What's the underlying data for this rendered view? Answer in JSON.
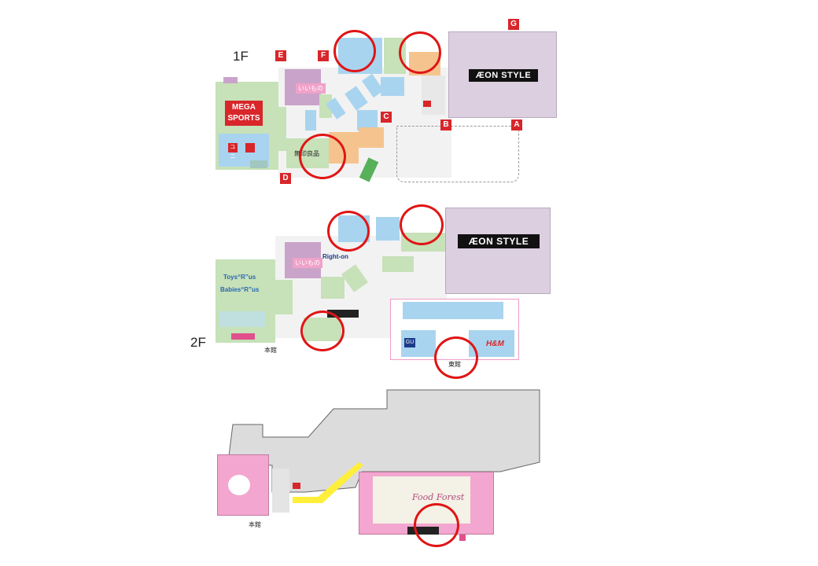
{
  "floors": {
    "f1": {
      "label": "1F",
      "entrances": [
        "A",
        "B",
        "C",
        "D",
        "E",
        "F",
        "G"
      ],
      "stores": {
        "aeon": "ÆON STYLE",
        "mega_sports_line1": "MEGA",
        "mega_sports_line2": "SPORTS",
        "uniqlo": "ユニ",
        "muji": "無印良品"
      }
    },
    "f2": {
      "label": "2F",
      "stores": {
        "aeon": "ÆON STYLE",
        "toysrus": "Toys“R”us",
        "babiesrus": "Babies“R”us",
        "right_on": "Right-on",
        "gu": "GU",
        "hm": "H&M",
        "honkan": "本館",
        "higashikan": "東館"
      }
    },
    "f3": {
      "stores": {
        "honkan": "本館",
        "food_court": "Food Forest"
      }
    }
  },
  "colors": {
    "highlight_circle": "#e01515",
    "entrance_marker": "#d8262b",
    "aeon_block": "#dccfe0",
    "sports_green": "#c7e1b8",
    "shop_blue": "#a9d4ef",
    "shop_orange": "#f5c48e",
    "parking_grey": "#dcdcdc",
    "pink_area": "#f3a6cf",
    "walkway_yellow": "#ffef3a"
  }
}
